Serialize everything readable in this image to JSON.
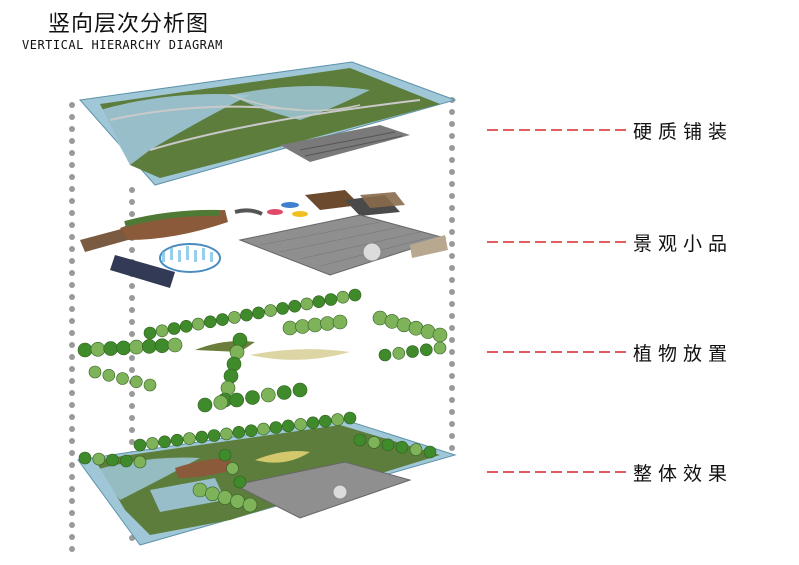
{
  "header": {
    "title": "竖向层次分析图",
    "subtitle": "VERTICAL HIERARCHY DIAGRAM"
  },
  "layers": [
    {
      "label": "硬质铺装"
    },
    {
      "label": "景观小品"
    },
    {
      "label": "植物放置"
    },
    {
      "label": "整体效果"
    }
  ],
  "colors": {
    "grass": "#5d7d3c",
    "grass_dark": "#3f5c29",
    "water": "#8fbcd0",
    "water_edge": "#5e93aa",
    "paving": "#8a8a8a",
    "tree": "#3f8a2a",
    "tree_light": "#7fb35a",
    "dash_line": "#d9262c",
    "dots": "#9a9a9a"
  }
}
